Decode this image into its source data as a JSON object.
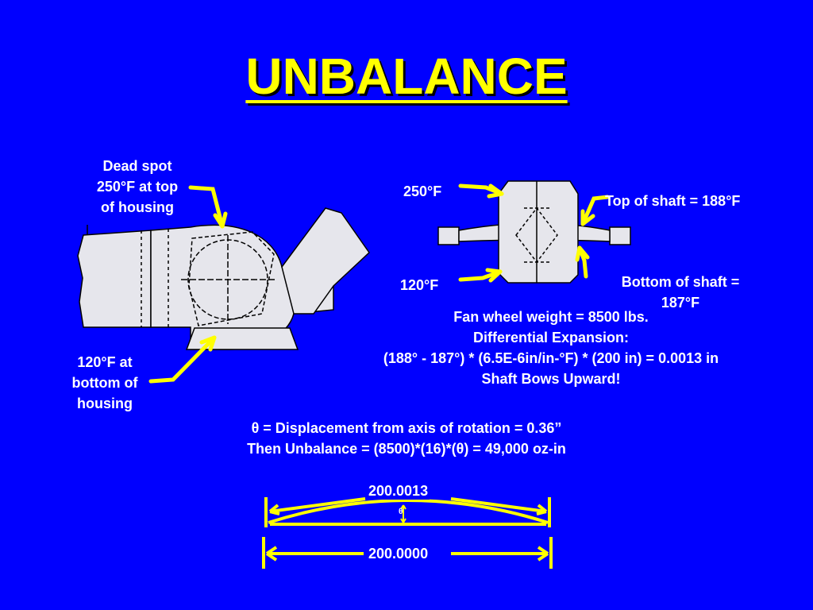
{
  "slide": {
    "title": "UNBALANCE",
    "left_figure": {
      "top_label_lines": [
        "Dead spot",
        "250°F at top",
        "of housing"
      ],
      "bottom_label_lines": [
        "120°F at",
        "bottom of",
        "housing"
      ]
    },
    "right_figure": {
      "temp_top": "250°F",
      "temp_bottom": "120°F",
      "shaft_top": "Top of shaft = 188°F",
      "shaft_bottom_lines": [
        "Bottom of shaft =",
        "187°F"
      ]
    },
    "calculation_lines": [
      "Fan wheel weight = 8500 lbs.",
      "Differential Expansion:",
      "(188° - 187°) * (6.5E-6in/in-°F) * (200 in) = 0.0013 in",
      "Shaft Bows Upward!"
    ],
    "unbalance_lines": [
      "θ = Displacement from axis of rotation = 0.36”",
      "Then Unbalance = (8500)*(16)*(θ) = 49,000 oz-in"
    ],
    "bow_diagram": {
      "top_length": "200.0013",
      "bottom_length": "200.0000",
      "theta": "θ"
    }
  },
  "colors": {
    "background": "#0000ff",
    "accent": "#ffff00",
    "text": "#ffffff",
    "drawing_fill": "#e6e6ec"
  }
}
